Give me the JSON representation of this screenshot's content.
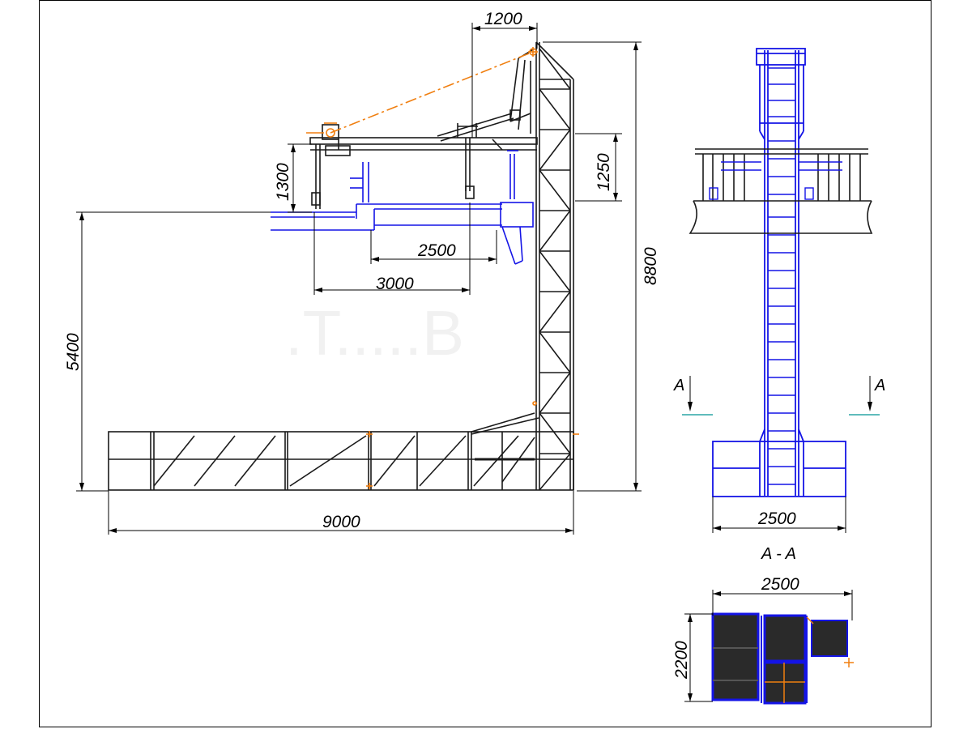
{
  "side_view": {
    "dim_tower_offset": "1200",
    "dim_arm_height": "1300",
    "dim_head_height": "1250",
    "dim_arm_reach_2500": "2500",
    "dim_arm_reach_3000": "3000",
    "dim_total_height": "8800",
    "dim_platform_height": "5400",
    "dim_base_length": "9000"
  },
  "front_view": {
    "section_mark_left": "A",
    "section_mark_right": "A",
    "dim_base_width": "2500"
  },
  "section_view": {
    "title": "A - A",
    "dim_width": "2500",
    "dim_depth": "2200"
  },
  "watermark": ".T.....B",
  "colors": {
    "line": "#1a1a1a",
    "blue": "#1414e6",
    "orange": "#f07f10",
    "axis": "#2aa6a6"
  }
}
